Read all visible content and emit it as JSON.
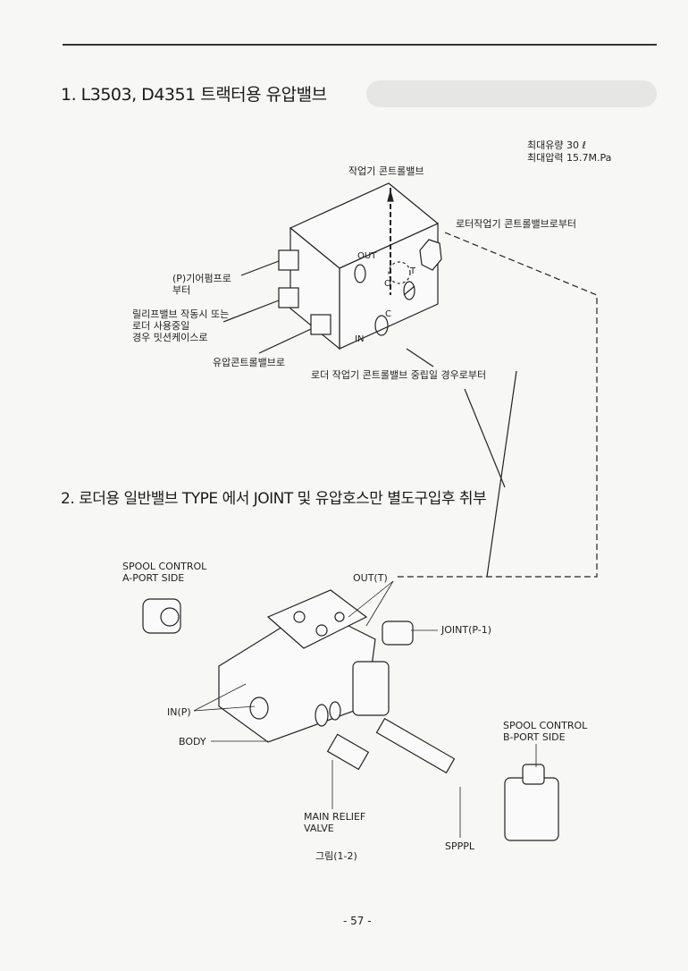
{
  "section1": {
    "title": "1. L3503, D4351 트랙터용 유압밸브",
    "spec_flow": "최대유량 30 ℓ",
    "spec_pressure": "최대압력 15.7M.Pa",
    "labels": {
      "work_valve": "작업기 콘트롤밸브",
      "from_loader_valve": "로터작업기 콘트롤밸브로부터",
      "from_gear_pump_1": "(P)기어펌프로",
      "from_gear_pump_2": "부터",
      "relief_1": "릴리프밸브 작동시 또는",
      "relief_2": "로더 사용중일",
      "relief_3": "경우 밋션케이스로",
      "to_control_valve": "유압콘트롤밸브로",
      "from_loader_neutral": "로더 작업기 콘트롤밸브 중립일 경우로부터",
      "port_out": "OUT",
      "port_t": "T",
      "port_o": "O",
      "port_c": "C",
      "port_in": "IN"
    }
  },
  "section2": {
    "title": "2. 로더용 일반밸브 TYPE 에서 JOINT 및 유압호스만 별도구입후 취부",
    "labels": {
      "spool_a_1": "SPOOL CONTROL",
      "spool_a_2": "A-PORT SIDE",
      "out_t": "OUT(T)",
      "joint": "JOINT(P-1)",
      "in_p": "IN(P)",
      "body": "BODY",
      "spool_b_1": "SPOOL CONTROL",
      "spool_b_2": "B-PORT SIDE",
      "main_relief_1": "MAIN RELIEF",
      "main_relief_2": "VALVE",
      "spppl": "SPPPL"
    },
    "caption": "그림(1-2)"
  },
  "page_number": "- 57 -"
}
